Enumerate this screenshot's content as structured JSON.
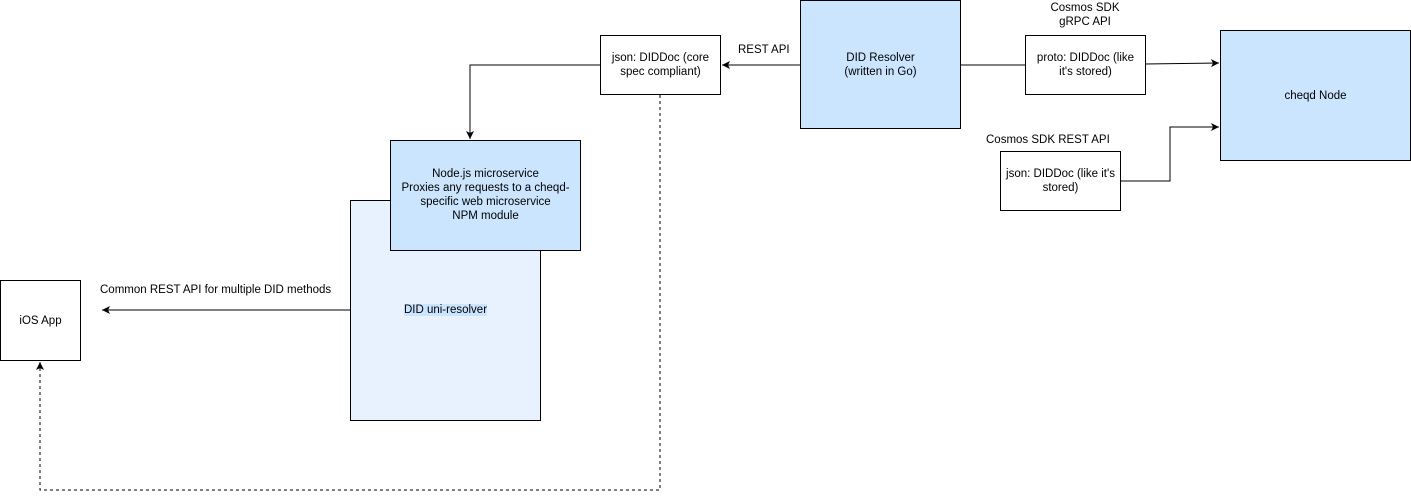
{
  "colors": {
    "fill_blue": "#cce5ff",
    "fill_light_blue": "#e8f2ff",
    "stroke": "#000000",
    "background": "#ffffff"
  },
  "nodes": {
    "did_resolver": {
      "line1": "DID Resolver",
      "line2": "(written in Go)"
    },
    "cheqd_node": {
      "label": "cheqd Node"
    },
    "proto_diddoc": {
      "line1": "proto: DIDDoc (like",
      "line2": "it's stored)"
    },
    "json_diddoc_stored": {
      "line1": "json: DIDDoc (like it's",
      "line2": "stored)"
    },
    "json_diddoc_core": {
      "line1": "json: DIDDoc (core",
      "line2": "spec compliant)"
    },
    "nodejs_microservice": {
      "line1": "Node.js microservice",
      "line2": "Proxies any requests to a cheqd-",
      "line3": "specific web microservice",
      "line4": "NPM module"
    },
    "uni_resolver": {
      "label": "DID uni-resolver"
    },
    "ios_app": {
      "label": "iOS App"
    }
  },
  "edge_labels": {
    "rest_api": "REST API",
    "grpc_line1": "Cosmos SDK",
    "grpc_line2": "gRPC API",
    "cosmos_rest": "Cosmos SDK REST API",
    "common_rest": "Common REST API for multiple DID methods"
  }
}
